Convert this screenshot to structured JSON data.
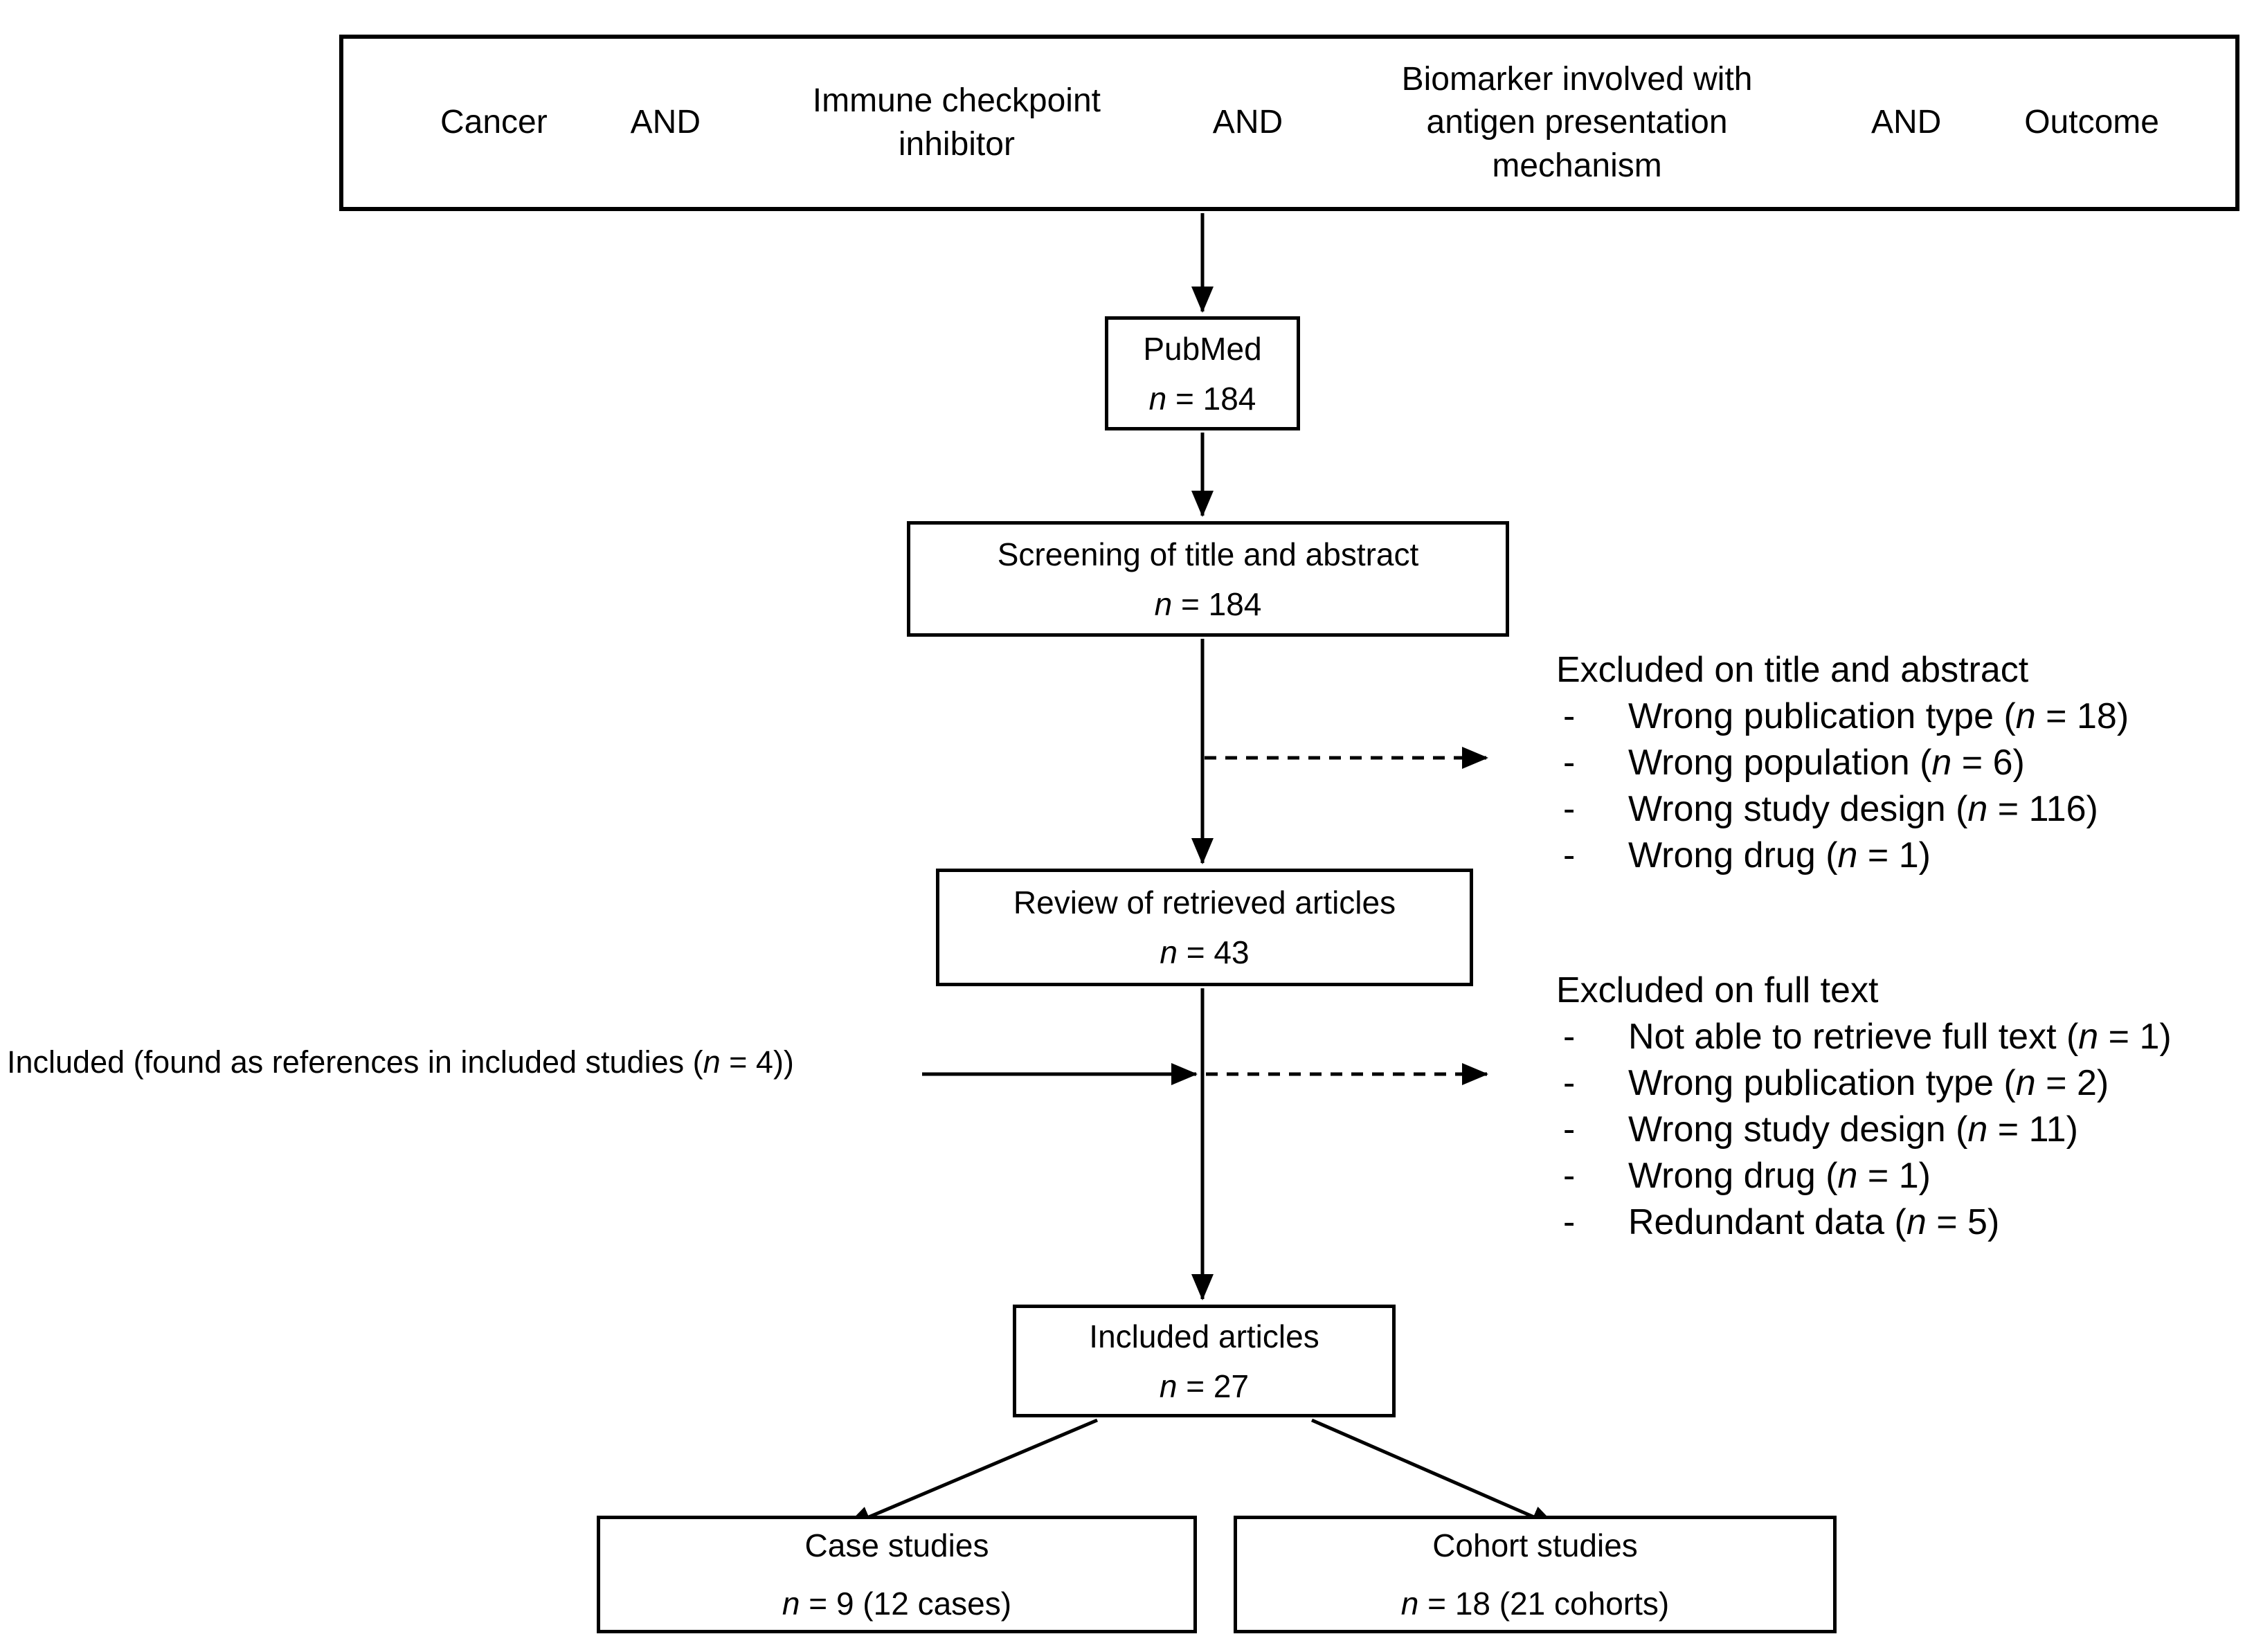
{
  "header": {
    "segments": [
      "Cancer",
      "AND",
      "Immune checkpoint inhibitor",
      "AND",
      "Biomarker involved with antigen presentation mechanism",
      "AND",
      "Outcome"
    ]
  },
  "boxes": {
    "pubmed": {
      "label": "PubMed",
      "n": "n",
      "count": " = 184"
    },
    "screening": {
      "label": "Screening of title and abstract",
      "n": "n",
      "count": " = 184"
    },
    "review": {
      "label": "Review of retrieved articles",
      "n": "n",
      "count": " = 43"
    },
    "included": {
      "label": "Included articles",
      "n": "n",
      "count": " = 27"
    },
    "case_studies": {
      "label": "Case studies",
      "n": "n",
      "count": " = 9 (12 cases)"
    },
    "cohort_studies": {
      "label": "Cohort studies",
      "n": "n",
      "count": " = 18 (21 cohorts)"
    }
  },
  "side_note": {
    "pre": "Included (found as references in included studies (",
    "n": "n",
    "post": " = 4))"
  },
  "excluded_title": {
    "heading": "Excluded on title and abstract",
    "bullet": "-",
    "items": [
      {
        "pre": "Wrong publication type (",
        "n": "n",
        "post": " = 18)"
      },
      {
        "pre": "Wrong population (",
        "n": "n",
        "post": " = 6)"
      },
      {
        "pre": "Wrong study design (",
        "n": "n",
        "post": " = 116)"
      },
      {
        "pre": "Wrong drug (",
        "n": "n",
        "post": " = 1)"
      }
    ]
  },
  "excluded_fulltext": {
    "heading": "Excluded on full text",
    "bullet": "-",
    "items": [
      {
        "pre": "Not able to retrieve full text (",
        "n": "n",
        "post": " = 1)"
      },
      {
        "pre": "Wrong publication type (",
        "n": "n",
        "post": " = 2)"
      },
      {
        "pre": "Wrong study design (",
        "n": "n",
        "post": " = 11)"
      },
      {
        "pre": "Wrong drug (",
        "n": "n",
        "post": " = 1)"
      },
      {
        "pre": "Redundant data (",
        "n": "n",
        "post": " = 5)"
      }
    ]
  },
  "colors": {
    "ink": "#000000",
    "background": "#ffffff"
  }
}
